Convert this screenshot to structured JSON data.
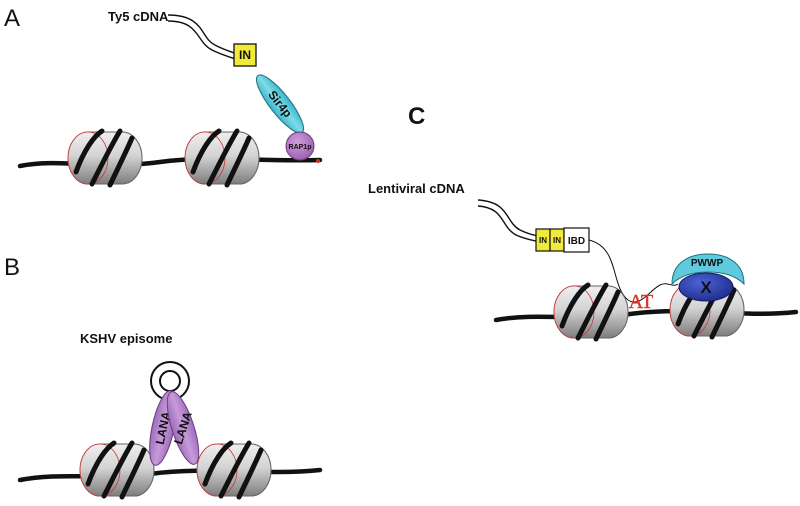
{
  "panels": {
    "a": {
      "letter": "A",
      "cdna_label": "Ty5 cDNA",
      "integrase": "IN",
      "tether": "Sir4p",
      "anchor": "RAP1p"
    },
    "b": {
      "letter": "B",
      "episome_label": "KSHV episome",
      "lana_left": "LANA",
      "lana_right": "LANA"
    },
    "c": {
      "letter": "C",
      "cdna_label": "Lentiviral cDNA",
      "in_1": "IN",
      "in_2": "IN",
      "ibd": "IBD",
      "at_mark": "AT",
      "pwwp": "PWWP",
      "x_label": "X"
    }
  },
  "colors": {
    "dna": "#111111",
    "nucleosome": "#bdbdbd",
    "integrase": "#f2ea3a",
    "sir4p": "#4cc6d9",
    "rap1p": "#b57bc6",
    "lana": "#b184c8",
    "pwwp": "#5fc9dd",
    "x_factor": "#2c3fae",
    "at_mark": "#e0322a"
  }
}
